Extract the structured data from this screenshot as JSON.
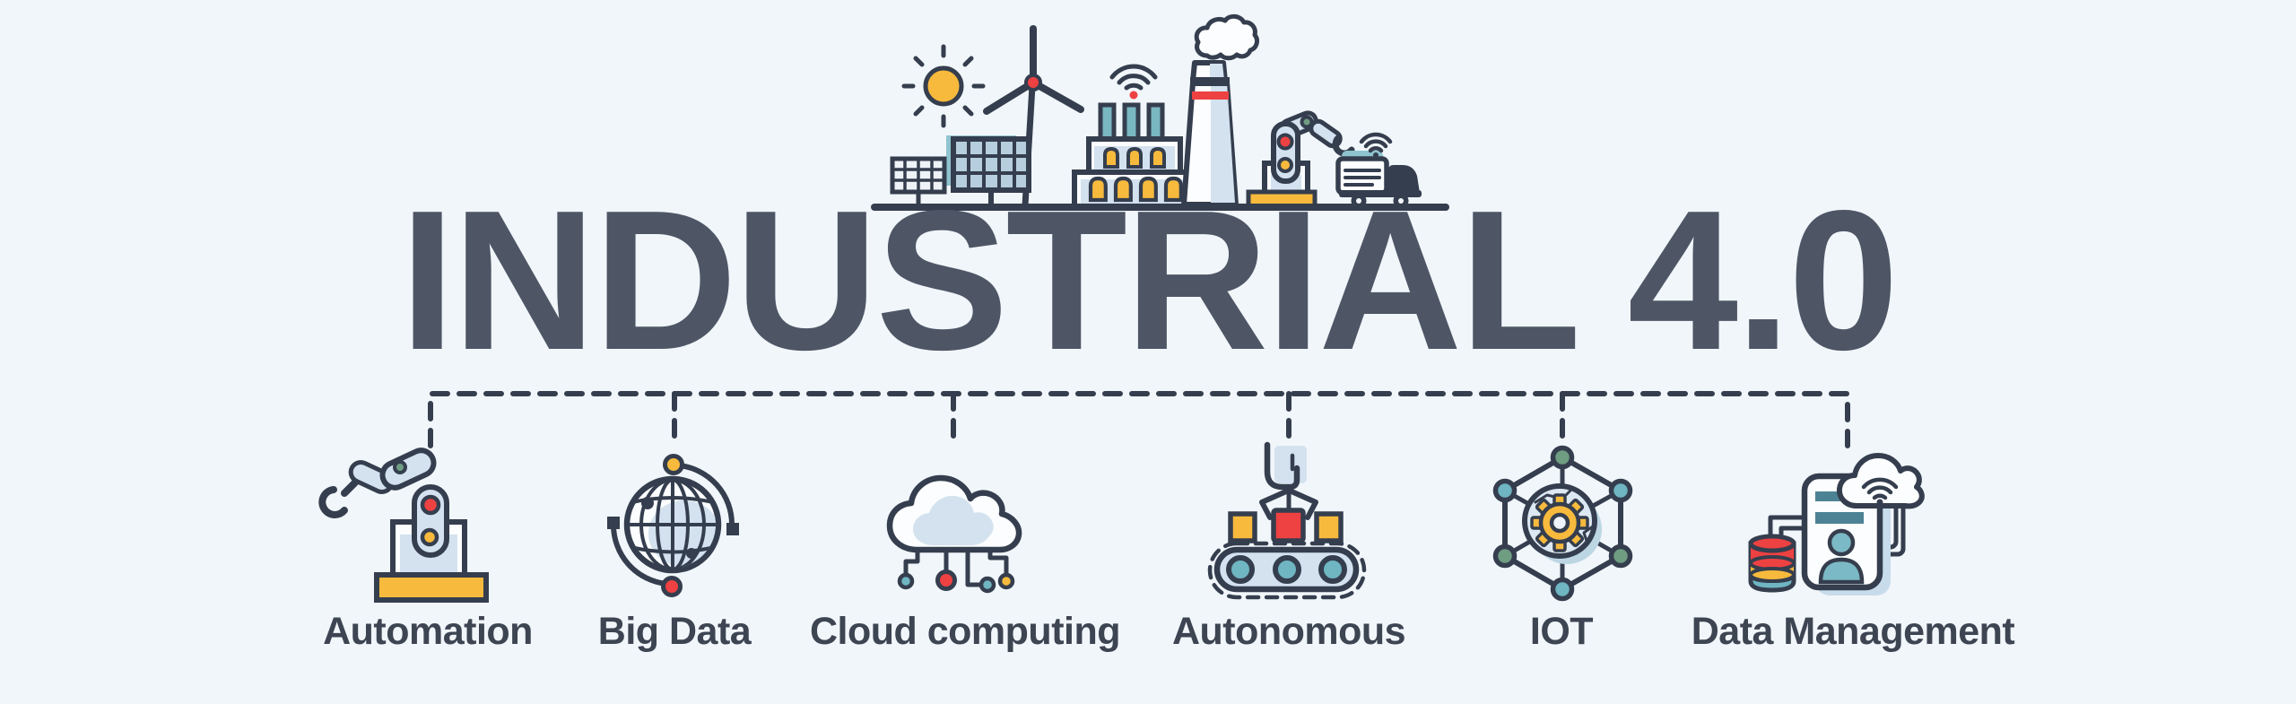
{
  "banner": {
    "title": "INDUSTRIAL 4.0",
    "background_color": "#f1f6fa",
    "title_color": "#4e5666",
    "label_color": "#3d4452",
    "outline_color": "#353e4e"
  },
  "scene": {
    "description": "smart-factory illustration",
    "icons": [
      "sun-icon",
      "wind-turbine-icon",
      "solar-panel-icon",
      "factory-icon",
      "wifi-icon",
      "smokestack-icon",
      "smoke-cloud-icon",
      "robotic-arm-icon",
      "smart-truck-icon"
    ]
  },
  "items": [
    {
      "label": "Automation",
      "icon": "robotic-arm-icon"
    },
    {
      "label": "Big Data",
      "icon": "globe-data-icon"
    },
    {
      "label": "Cloud computing",
      "icon": "cloud-network-icon"
    },
    {
      "label": "Autonomous",
      "icon": "conveyor-claw-icon"
    },
    {
      "label": "IOT",
      "icon": "iot-network-gear-icon"
    },
    {
      "label": "Data Management",
      "icon": "documents-database-cloud-icon"
    }
  ],
  "colors": {
    "yellow": "#f8ba3d",
    "red": "#ee4141",
    "teal": "#6fb5c2",
    "green": "#6f9d82",
    "light_blue": "#d3e2ee",
    "dark_teal": "#4d8295"
  }
}
